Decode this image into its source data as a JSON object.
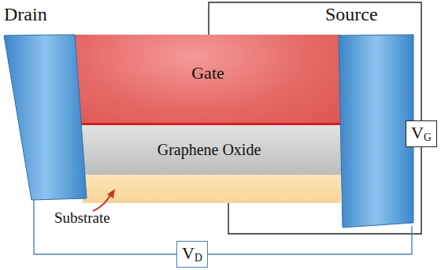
{
  "diagram": {
    "nodes": [
      {
        "text": [
          "Drain"
        ]
      },
      {
        "text": [
          "Gate"
        ]
      },
      {
        "text": [
          "Graphene Oxide"
        ]
      },
      {
        "text": [
          "Substrate"
        ]
      },
      {
        "text": [
          "Source"
        ]
      },
      {
        "text": [
          "VG"
        ]
      },
      {
        "text": [
          "VD"
        ]
      }
    ],
    "edges": [
      {
        "from": 1,
        "to": 5,
        "arrow": "none"
      },
      {
        "from": 5,
        "to": 3,
        "arrow": "none"
      },
      {
        "from": 0,
        "to": 6,
        "arrow": "none"
      },
      {
        "from": 6,
        "to": 4,
        "arrow": "none"
      }
    ]
  }
}
